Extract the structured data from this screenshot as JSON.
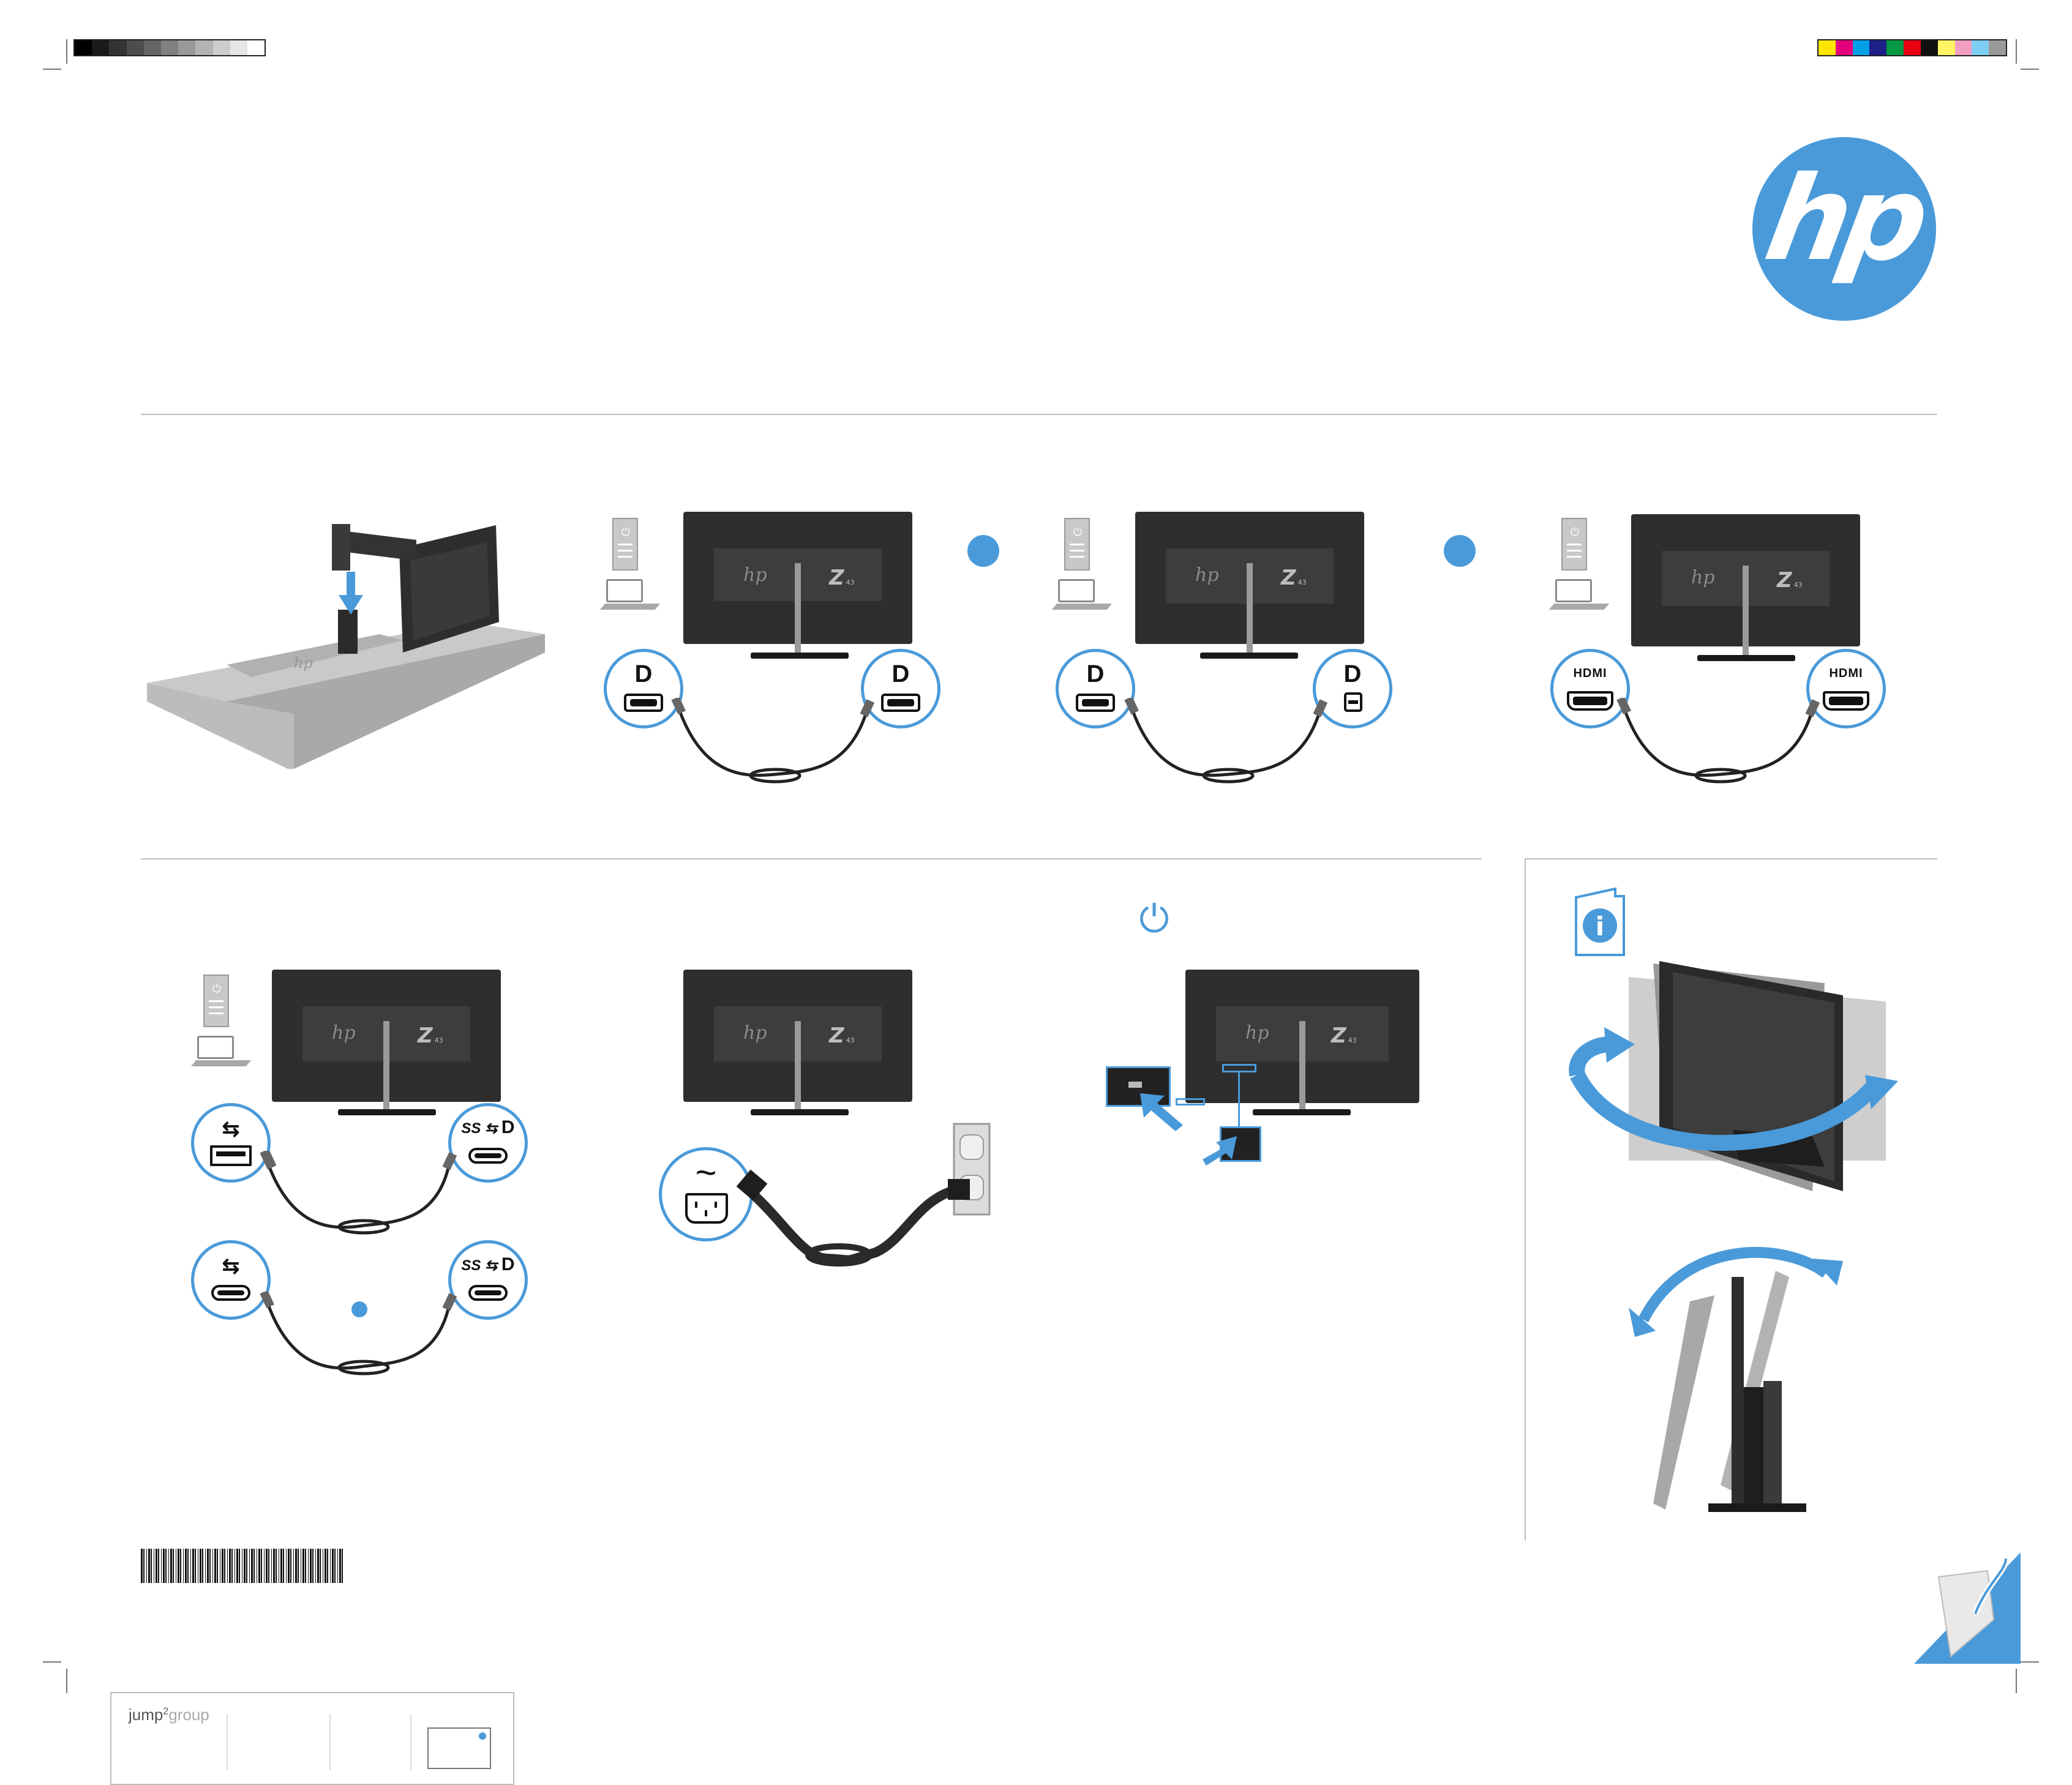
{
  "brand": {
    "logo_text": "hp",
    "logo_color": "#4a9ad9"
  },
  "accent_color": "#4a9ad9",
  "monitor": {
    "logo_hp": "hp",
    "logo_z": "Z",
    "model_sub": "43"
  },
  "ports": {
    "displayport": "D",
    "hdmi": "HDMI",
    "usb_symbol": "⭠⭢",
    "superspeed": "SS",
    "ac": "~"
  },
  "icons": {
    "power": "⏻",
    "info": "i"
  },
  "footer": {
    "printer_brand": "jump",
    "printer_sup": "2",
    "printer_suffix": "group"
  }
}
